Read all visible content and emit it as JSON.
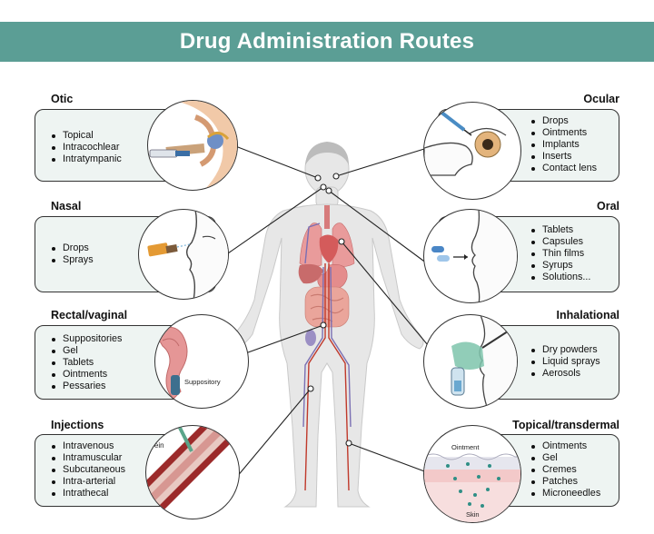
{
  "title": "Drug Administration Routes",
  "sections": {
    "otic": {
      "title": "Otic",
      "items": [
        "Topical",
        "Intracochlear",
        "Intratympanic"
      ]
    },
    "nasal": {
      "title": "Nasal",
      "items": [
        "Drops",
        "Sprays"
      ]
    },
    "rectal": {
      "title": "Rectal/vaginal",
      "items": [
        "Suppositories",
        "Gel",
        "Tablets",
        "Ointments",
        "Pessaries"
      ],
      "image_label": "Suppository"
    },
    "injections": {
      "title": "Injections",
      "items": [
        "Intravenous",
        "Intramuscular",
        "Subcutaneous",
        "Intra-arterial",
        "Intrathecal"
      ],
      "image_label": "Vein"
    },
    "ocular": {
      "title": "Ocular",
      "items": [
        "Drops",
        "Ointments",
        "Implants",
        "Inserts",
        "Contact lens"
      ]
    },
    "oral": {
      "title": "Oral",
      "items": [
        "Tablets",
        "Capsules",
        "Thin films",
        "Syrups",
        "Solutions..."
      ]
    },
    "inhalational": {
      "title": "Inhalational",
      "items": [
        "Dry powders",
        "Liquid sprays",
        "Aerosols"
      ]
    },
    "topical": {
      "title": "Topical/transdermal",
      "items": [
        "Ointments",
        "Gel",
        "Cremes",
        "Patches",
        "Microneedles"
      ],
      "image_labels": [
        "Ointment",
        "Skin"
      ]
    }
  },
  "colors": {
    "banner": "#5b9e95",
    "panel": "#eef4f2",
    "body": "#e6e6e6",
    "organ_red": "#e58a8a",
    "organ_purple": "#9b8fc4"
  }
}
